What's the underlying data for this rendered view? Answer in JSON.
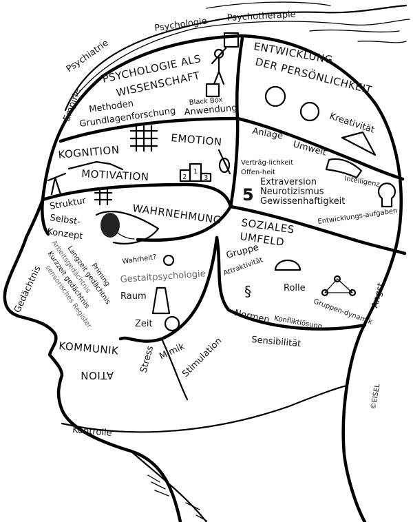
{
  "hair_labels": [
    "Psychiatrie",
    "Psychologie",
    "Psychotherapie"
  ],
  "regions": {
    "science": {
      "title_1": "PSYCHOLOGIE ALS",
      "title_2": "WISSENSCHAFT",
      "items": [
        "Empirie",
        "Methoden",
        "Grundlagenforschung",
        "Black Box",
        "Anwendung"
      ]
    },
    "development": {
      "title_1": "ENTWICKLUNG",
      "title_2": "DER PERSÖNLICHKEIT",
      "items": [
        "Kreativität"
      ]
    },
    "cognition": {
      "items": [
        "KOGNITION",
        "EMOTION",
        "MOTIVATION"
      ],
      "podium": [
        "2",
        "1",
        "3"
      ]
    },
    "personality": {
      "items": [
        "Anlage",
        "Umwelt",
        "Intelligenz",
        "Verträg-lichkeit",
        "Offen-heit",
        "5",
        "Extraversion",
        "Neurotizismus",
        "Gewissenhaftigkeit",
        "Entwicklungs-aufgaben"
      ]
    },
    "perception": {
      "title": "WAHRNEHMUNG",
      "items": [
        "Struktur",
        "Selbst-",
        "Konzept"
      ]
    },
    "social": {
      "title_1": "SOZIALES",
      "title_2": "UMFELD",
      "items": [
        "Gruppe",
        "Attraktivität",
        "Rolle",
        "Normen",
        "Gruppen-dynamik",
        "Konfliktlösung",
        "Angst",
        "§"
      ]
    },
    "memory": {
      "items": [
        "Gedächtnis",
        "Arbeitsgedächtnis",
        "Kurzzeit gedächtnis",
        "sensorisches Register",
        "Langzeit gedächtnis",
        "Priming"
      ]
    },
    "gestalt": {
      "items": [
        "Wahrheit?",
        "Gestaltpsychologie",
        "Raum",
        "Zeit"
      ]
    },
    "lower": {
      "items": [
        "KOMMUNIK",
        "ATION",
        "Stress",
        "Mimik",
        "Stimulation",
        "Sensibilität",
        "Kontrolle"
      ]
    }
  },
  "signature": "©EISEL"
}
